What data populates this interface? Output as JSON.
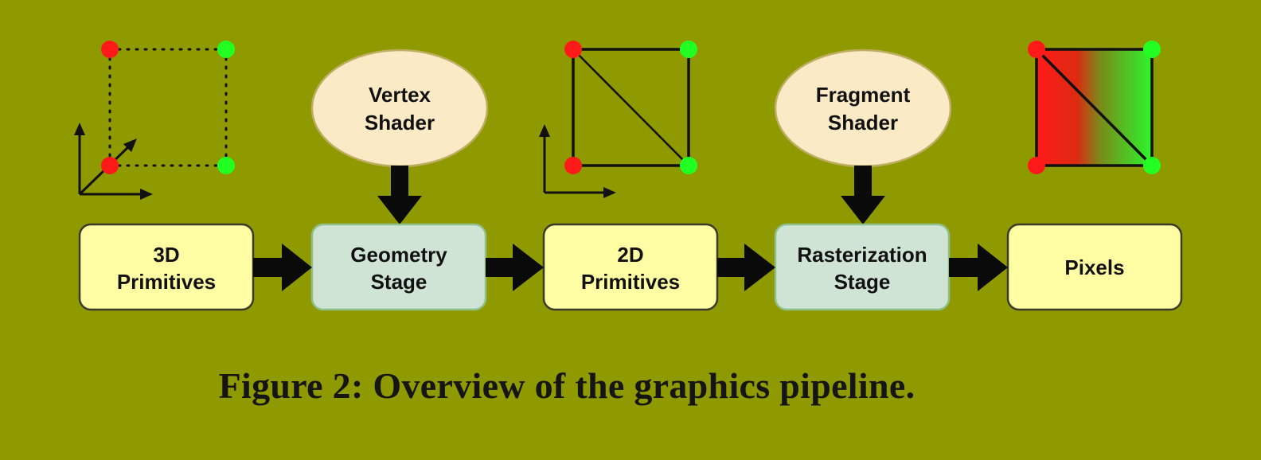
{
  "colors": {
    "background": "#8f9900",
    "primitive_box": "#fffda3",
    "stage_box": "#d0e4d6",
    "shader_ellipse": "#fbeac6",
    "vertex_red": "#ff1a1a",
    "vertex_green": "#22ff22"
  },
  "pipeline": {
    "boxes": [
      {
        "line1": "3D",
        "line2": "Primitives"
      },
      {
        "line1": "Geometry",
        "line2": "Stage"
      },
      {
        "line1": "2D",
        "line2": "Primitives"
      },
      {
        "line1": "Rasterization",
        "line2": "Stage"
      },
      {
        "line1": "Pixels",
        "line2": ""
      }
    ],
    "shaders": [
      {
        "line1": "Vertex",
        "line2": "Shader"
      },
      {
        "line1": "Fragment",
        "line2": "Shader"
      }
    ]
  },
  "icons": [
    "3d-primitive-icon",
    "2d-triangulated-quad-icon",
    "rasterized-gradient-quad-icon"
  ],
  "caption": "Figure 2: Overview of the graphics pipeline."
}
